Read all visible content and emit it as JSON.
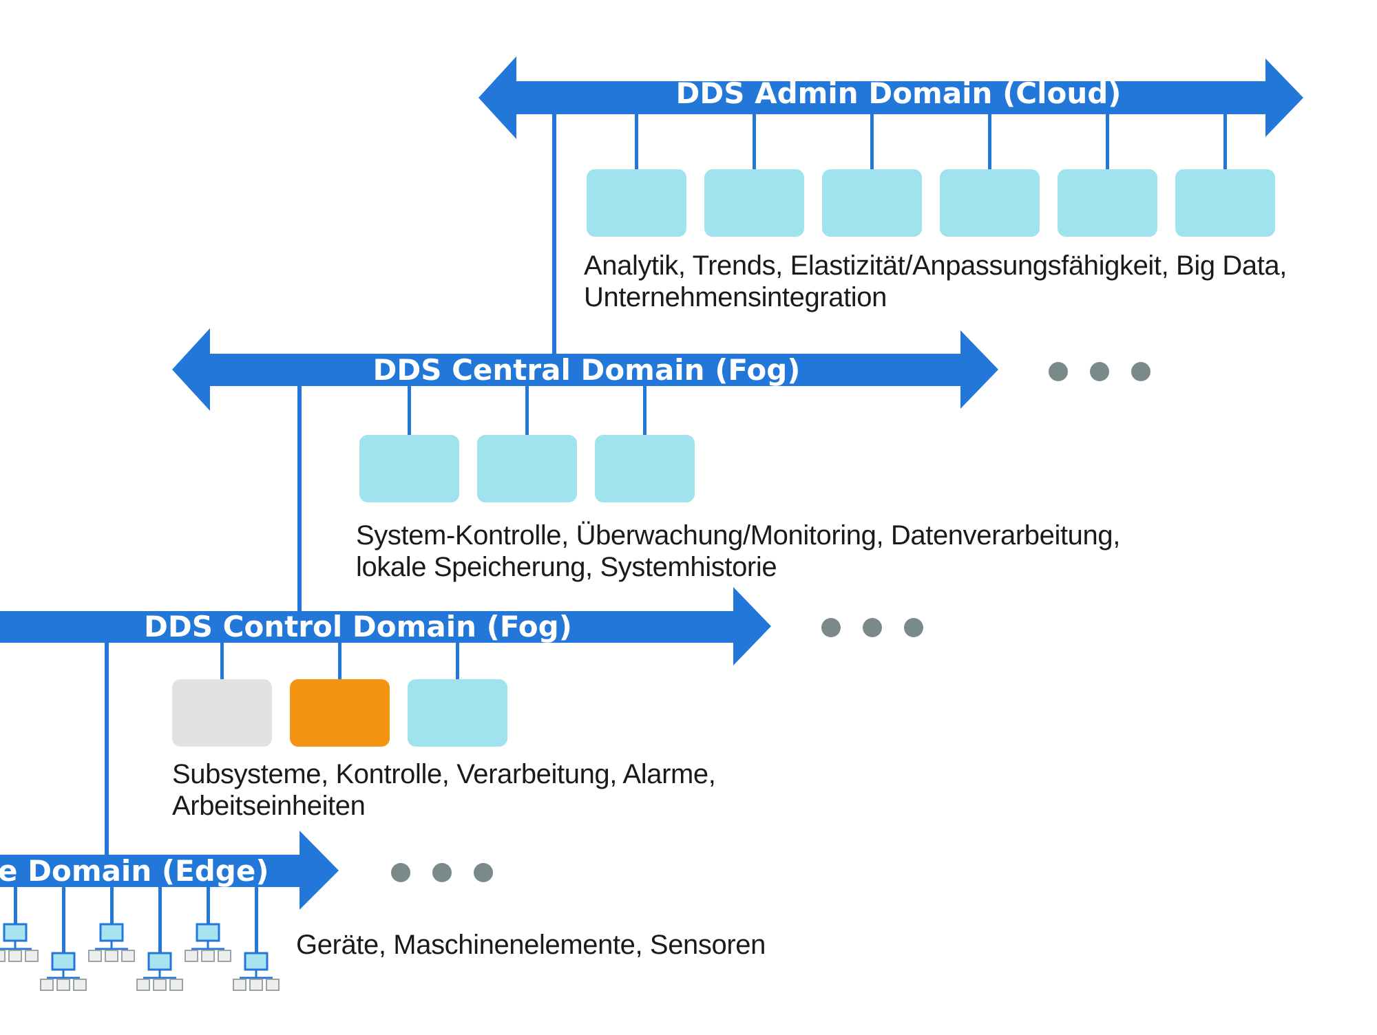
{
  "colors": {
    "bus": "#2277d9",
    "module": "#a0e3ee",
    "module_gray": "#e1e3e3",
    "module_orange": "#f39512",
    "dots": "#7a8a8a"
  },
  "domains": [
    {
      "id": "admin",
      "title": "DDS Admin Domain (Cloud)",
      "modules": [
        "module",
        "module",
        "module",
        "module",
        "module",
        "module"
      ],
      "description": [
        "Analytik, Trends, Elastizität/Anpassungsfähigkeit, Big Data,",
        "Unternehmensintegration"
      ],
      "has_more": false
    },
    {
      "id": "central",
      "title": "DDS Central Domain (Fog)",
      "modules": [
        "module",
        "module",
        "module"
      ],
      "description": [
        "System-Kontrolle, Überwachung/Monitoring, Datenverarbeitung,",
        "lokale Speicherung, Systemhistorie"
      ],
      "has_more": true
    },
    {
      "id": "control",
      "title": "DDS Control Domain (Fog)",
      "modules": [
        "module_gray",
        "module_orange",
        "module"
      ],
      "description": [
        "Subsysteme, Kontrolle, Verarbeitung, Alarme,",
        "Arbeitseinheiten"
      ],
      "has_more": true
    },
    {
      "id": "edge",
      "title": "e Domain (Edge)",
      "modules": [],
      "description": [
        "Geräte, Maschinenelemente, Sensoren"
      ],
      "has_more": true
    }
  ]
}
